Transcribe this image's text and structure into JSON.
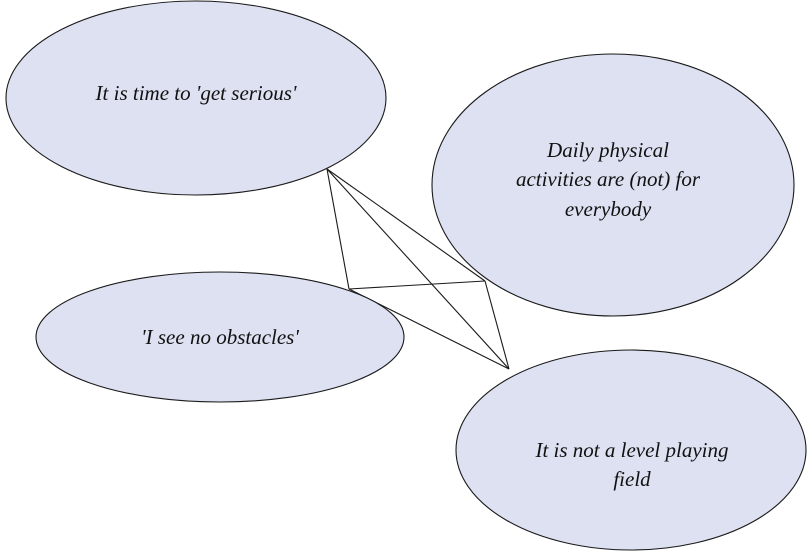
{
  "diagram": {
    "fill_color": "#dde1f1",
    "stroke_color": "#1a1a1a",
    "nodes": [
      {
        "id": "get-serious",
        "lines": [
          "It is time to 'get serious'"
        ]
      },
      {
        "id": "daily-activities",
        "lines": [
          "Daily physical",
          "activities are (not) for",
          "everybody"
        ]
      },
      {
        "id": "no-obstacles",
        "lines": [
          "'I see no obstacles'"
        ]
      },
      {
        "id": "level-field",
        "lines": [
          "It is not a level playing",
          "field"
        ]
      }
    ],
    "edges": [
      [
        "get-serious",
        "no-obstacles"
      ],
      [
        "get-serious",
        "daily-activities"
      ],
      [
        "get-serious",
        "level-field"
      ],
      [
        "no-obstacles",
        "daily-activities"
      ],
      [
        "no-obstacles",
        "level-field"
      ],
      [
        "daily-activities",
        "level-field"
      ]
    ]
  }
}
